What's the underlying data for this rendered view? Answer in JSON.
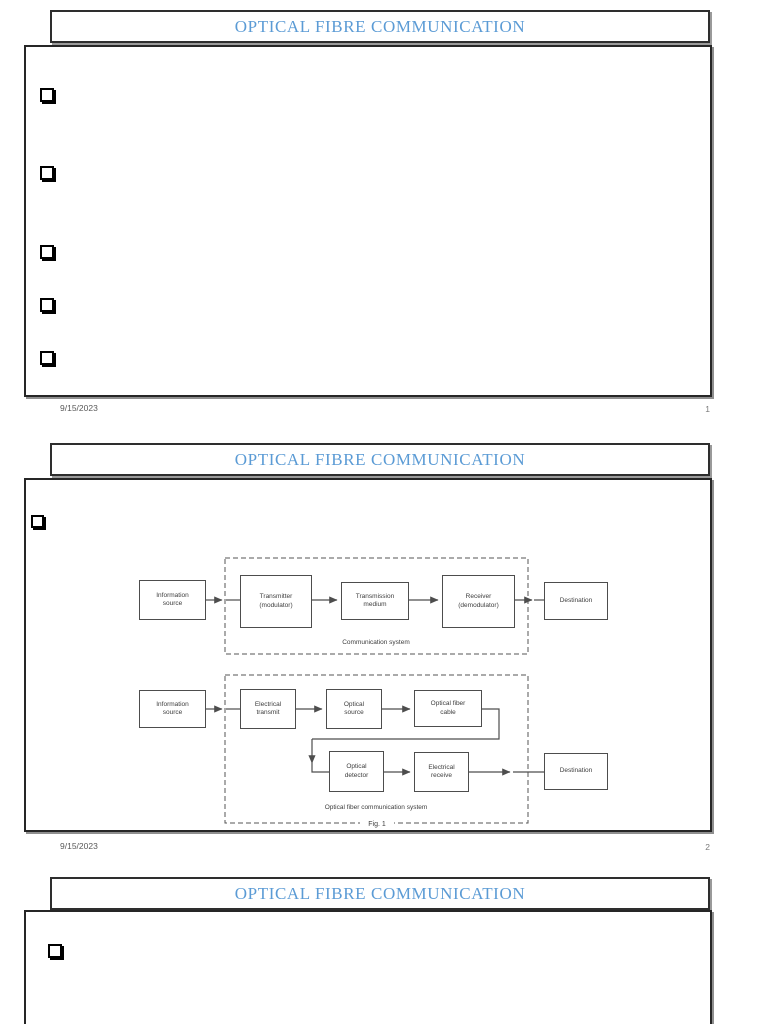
{
  "colors": {
    "title": "#5B9BD5",
    "border": "#262626",
    "diagram_line": "#4d4d4d",
    "footer": "#595959"
  },
  "slides": {
    "s1": {
      "title": "OPTICAL FIBRE COMMUNICATION",
      "date": "9/15/2023",
      "page": "1",
      "bullet_count": 5
    },
    "s2": {
      "title": "OPTICAL FIBRE COMMUNICATION",
      "date": "9/15/2023",
      "page": "2",
      "diagram": {
        "sys1": {
          "info": "Information\nsource",
          "transmitter": "Transmitter\n(modulator)",
          "medium": "Transmission\nmedium",
          "receiver": "Receiver\n(demodulator)",
          "destination": "Destination",
          "label": "Communication system"
        },
        "sys2": {
          "info": "Information\nsource",
          "etransmit": "Electrical\ntransmit",
          "osource": "Optical\nsource",
          "ocable": "Optical fiber\ncable",
          "odetector": "Optical\ndetector",
          "ereceive": "Electrical\nreceive",
          "destination": "Destination",
          "label": "Optical fiber communication system",
          "fig": "Fig. 1"
        }
      }
    },
    "s3": {
      "title": "OPTICAL FIBRE COMMUNICATION",
      "bullet_count": 1
    }
  }
}
